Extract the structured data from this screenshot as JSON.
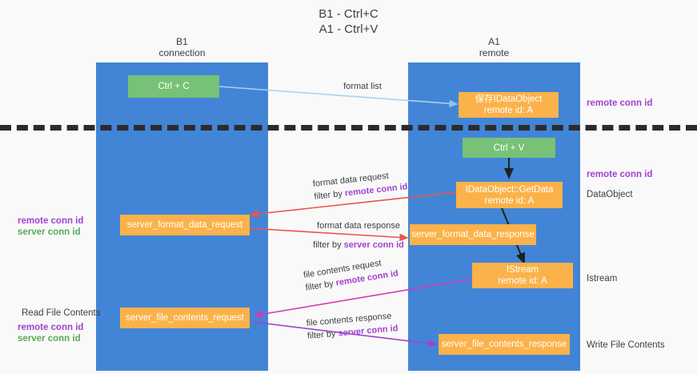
{
  "title": "B1 - Ctrl+C\nA1 - Ctrl+V",
  "columns": {
    "left": {
      "name": "B1",
      "role": "connection",
      "label": "B1\nconnection"
    },
    "right": {
      "name": "A1",
      "role": "remote",
      "label": "A1\nremote"
    }
  },
  "colors": {
    "lane": "#4285d6",
    "green_node": "#78c278",
    "orange_node": "#fbb24a",
    "purple_text": "#a142cf",
    "green_text": "#5aa85a",
    "arrow_lightblue": "#a8d2f0",
    "arrow_red": "#e8564a",
    "arrow_magenta": "#d13bb8",
    "arrow_purple": "#a142cf",
    "arrow_black": "#202020",
    "divider": "#2b2b2b",
    "background": "#f9f9f9"
  },
  "nodes": {
    "ctrl_c": "Ctrl + C",
    "save_idataobject": "保存IDataObject\nremote id: A",
    "ctrl_v": "Ctrl + V",
    "getdata": "IDataObject::GetData\nremote id: A",
    "server_format_data_request": "server_format_data_request",
    "server_format_data_response": "server_format_data_response",
    "istream": "IStream\nremote id: A",
    "server_file_contents_request": "server_file_contents_request",
    "server_file_contents_response": "server_file_contents_response"
  },
  "edges": {
    "format_list": "format list",
    "format_data_request": "format data request",
    "format_data_request_filter_prefix": "filter by ",
    "format_data_request_filter_key": "remote conn id",
    "format_data_response": "format data response",
    "format_data_response_filter_prefix": "filter by ",
    "format_data_response_filter_key": "server conn id",
    "file_contents_request": "file contents request",
    "file_contents_request_filter_prefix": "filter by ",
    "file_contents_request_filter_key": "remote conn id",
    "file_contents_response": "file contents response",
    "file_contents_response_filter_prefix": "filter by ",
    "file_contents_response_filter_key": "server conn id"
  },
  "annotations": {
    "right_remote_conn_id_top": "remote conn id",
    "right_remote_conn_id_mid": "remote conn id",
    "right_dataobject": "DataObject",
    "right_istream": "Istream",
    "right_write_file_contents": "Write File Contents",
    "left_remote_conn_id": "remote conn id",
    "left_server_conn_id": "server conn id",
    "left_read_file_contents": "Read File Contents",
    "left_remote_conn_id_2": "remote conn id",
    "left_server_conn_id_2": "server conn id"
  }
}
